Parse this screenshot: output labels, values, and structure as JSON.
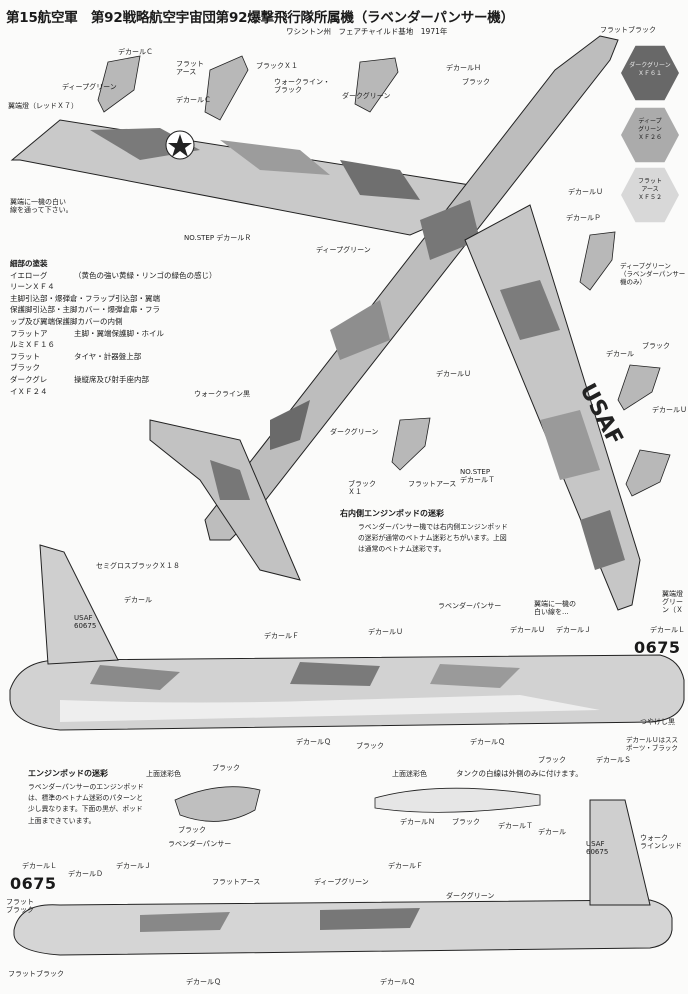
{
  "header": {
    "title": "第15航空軍　第92戦略航空宇宙団第92爆撃飛行隊所属機（ラベンダーパンサー機）",
    "subtitle": "ワシントン州　フェアチャイルド基地　1971年"
  },
  "swatches": [
    {
      "label": "フラットブラック",
      "text": "",
      "color": "#1b1b1b"
    },
    {
      "label": "",
      "text": "ダークグリーン\nＸＦ６１",
      "color": "#6a6a6a"
    },
    {
      "label": "",
      "text": "ディープ\nグリーン\nＸＦ２６",
      "color": "#a9a9a9"
    },
    {
      "label": "",
      "text": "フラット\nアース\nＸＦ５２",
      "color": "#d6d6d6"
    }
  ],
  "top_view_labels": {
    "decal_c_wingtip": "デカールＣ",
    "flat_earth_pod": "フラット\nアース",
    "deep_green_pod": "ディープグリーン",
    "tank_red": "翼端燈（レッドＸ７）",
    "black_x1_top": "ブラックＸ１",
    "walkway_black": "ウォークライン・\nブラック",
    "dark_green_top": "ダークグリーン",
    "decal_c": "デカールＣ",
    "decal_h": "デカールＨ",
    "black_top": "ブラック",
    "decal_u_top": "デカールＵ",
    "wing_line": "翼端に一機の白い\n線を通って下さい。",
    "no_step": "NO.STEP デカールＲ",
    "decal_p": "デカールＰ",
    "deep_green_mid": "ディープグリーン",
    "deep_green_right": "ディープグリーン\n（ラベンダーパンサー\n機のみ）",
    "decal_u_mid": "デカールＵ",
    "decal_right": "デカール",
    "black_right": "ブラック",
    "walkway_black2": "ウォークライン黒",
    "dark_green_lower": "ダークグリーン",
    "black_x1_lower": "ブラック\nＸ１",
    "flat_earth_lower": "フラットアース",
    "no_step2": "NO.STEP\nデカールＴ",
    "usaf": "USAF",
    "decal_u_right": "デカールＵ",
    "tank_green": "翼端燈\nグリー\nン（Ｘ",
    "wing_line2": "翼端に一機の\n白い線を..."
  },
  "detail_notes": {
    "heading": "細部の塗装",
    "rows": [
      {
        "k": "イエローグ\nリーンＸＦ４",
        "v": "（黄色の強い黄緑・リンゴの緑色の感じ）\n主脚引込部・爆弾倉・フラップ引込部・翼端\n保護脚引込部・主脚カバー・爆弾倉扉・フラ\nップ及び翼端保護脚カバーの内側"
      },
      {
        "k": "フラットア\nルミＸＦ１６",
        "v": "主脚・翼端保護脚・ホイル"
      },
      {
        "k": "フラット\nブラック",
        "v": "タイヤ・計器盤上部"
      },
      {
        "k": "ダークグレ\nイＸＦ２４",
        "v": "操縦席及び射手座内部"
      }
    ]
  },
  "engine_note": {
    "heading": "右内側エンジンポッドの迷彩",
    "body": "ラベンダーパンサー機では右内側エンジンポッドの迷彩が通常のベトナム迷彩とちがいます。上図は通常のベトナム迷彩です。"
  },
  "side_view_labels": {
    "semi_gloss": "セミグロスブラックＸ１８",
    "decal": "デカール",
    "lavender": "ラベンダーパンサー",
    "decal_f": "デカールＦ",
    "decal_u1": "デカールＵ",
    "decal_u2": "デカールＵ",
    "decal_j": "デカールＪ",
    "decal_l": "デカールＬ",
    "tail_number": "0675",
    "usaf_tail": "USAF\n60675",
    "black": "ブラック",
    "decal_q1": "デカールＱ",
    "decal_q2": "デカールＱ",
    "decal_s": "デカールＳ",
    "matte_note": "つやけし黒",
    "black_bottom": "ブラック",
    "decal_u_note": "デカールＵはスス\nポーツ・ブラック"
  },
  "engine_pod_section": {
    "heading": "エンジンポッドの迷彩",
    "body": "ラベンダーパンサーのエンジンポッドは、標準のベトナム迷彩のパターンと少し異なります。下面の黒が、ポッド上面まできています。",
    "upper_color": "上面迷彩色",
    "black_a": "ブラック",
    "black_b": "ブラック",
    "lavender2": "ラベンダーパンサー",
    "upper_color2": "上面迷彩色",
    "tank_note": "タンクの白線は外側のみに付けます。",
    "decal_n": "デカールＮ",
    "black_c": "ブラック",
    "decal_t": "デカールＴ"
  },
  "bottom_view_labels": {
    "decal_l": "デカールＬ",
    "decal_d": "デカールＤ",
    "decal_j": "デカールＪ",
    "tail_number": "0675",
    "flat_black": "フラット\nブラック",
    "flat_earth": "フラットアース",
    "deep_green": "ディープグリーン",
    "decal_f": "デカールＦ",
    "dark_green": "ダークグリーン",
    "decal": "デカール",
    "usaf_tail": "USAF\n60675",
    "walkway": "ウォーク\nラインレッド",
    "flat_black_bottom": "フラットブラック",
    "decal_q1": "デカールＱ",
    "decal_q2": "デカールＱ"
  }
}
